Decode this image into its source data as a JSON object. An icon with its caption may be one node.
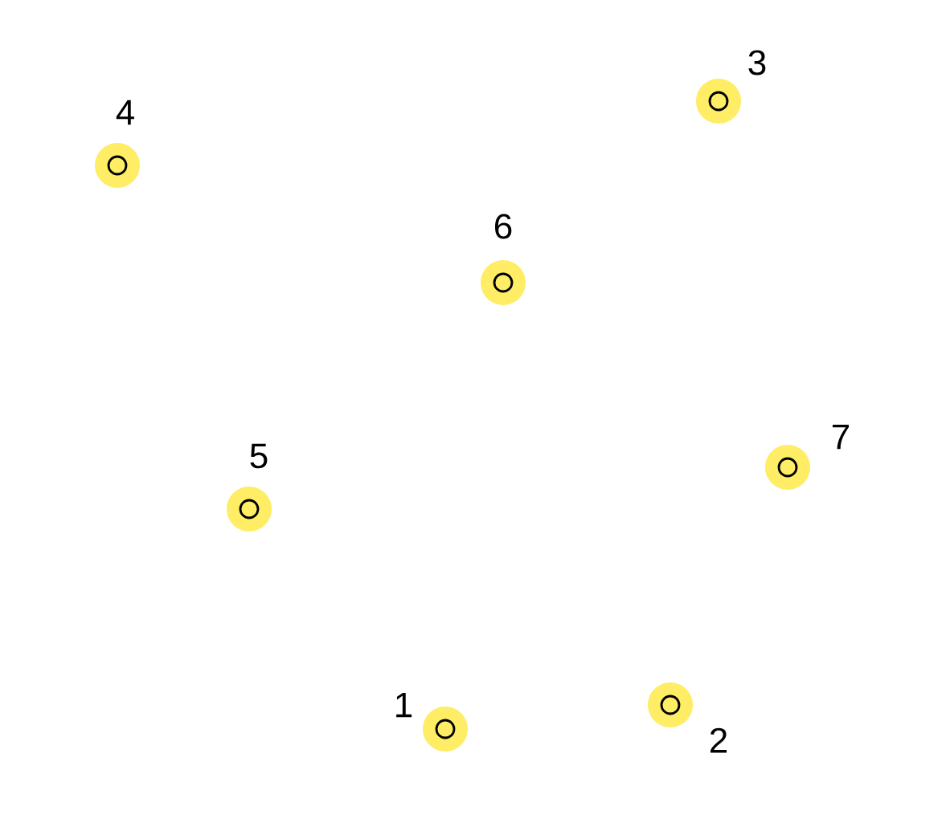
{
  "diagram": {
    "nodes": [
      {
        "text": [
          "4"
        ]
      },
      {
        "text": [
          "3"
        ]
      },
      {
        "text": [
          "6"
        ]
      },
      {
        "text": [
          "5"
        ]
      },
      {
        "text": [
          "7"
        ]
      },
      {
        "text": [
          "1"
        ]
      },
      {
        "text": [
          "2"
        ]
      }
    ],
    "edges": []
  }
}
